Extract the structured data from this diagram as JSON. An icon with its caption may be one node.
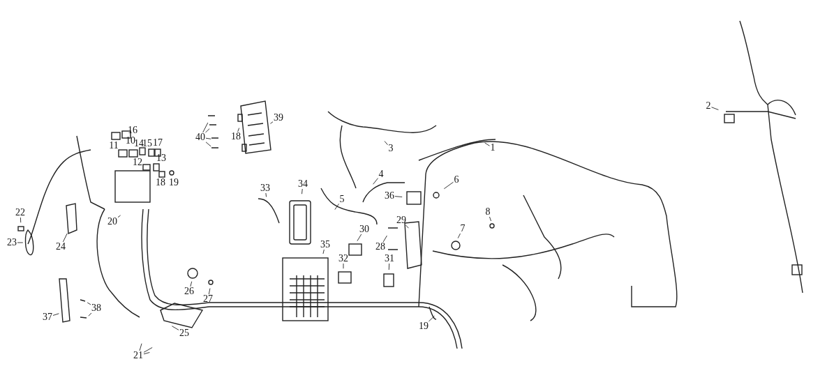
{
  "diagram": {
    "nodes": [
      {
        "text": [
          "1"
        ]
      },
      {
        "text": [
          "2"
        ]
      },
      {
        "text": [
          "3"
        ]
      },
      {
        "text": [
          "4"
        ]
      },
      {
        "text": [
          "5"
        ]
      },
      {
        "text": [
          "6"
        ]
      },
      {
        "text": [
          "7"
        ]
      },
      {
        "text": [
          "8"
        ]
      },
      {
        "text": [
          "18"
        ]
      },
      {
        "text": [
          "19"
        ]
      },
      {
        "text": [
          "20"
        ]
      },
      {
        "text": [
          "21"
        ]
      },
      {
        "text": [
          "22"
        ]
      },
      {
        "text": [
          "23"
        ]
      },
      {
        "text": [
          "24"
        ]
      },
      {
        "text": [
          "25"
        ]
      },
      {
        "text": [
          "26"
        ]
      },
      {
        "text": [
          "27"
        ]
      },
      {
        "text": [
          "28"
        ]
      },
      {
        "text": [
          "29"
        ]
      },
      {
        "text": [
          "30"
        ]
      },
      {
        "text": [
          "31"
        ]
      },
      {
        "text": [
          "32"
        ]
      },
      {
        "text": [
          "33"
        ]
      },
      {
        "text": [
          "34"
        ]
      },
      {
        "text": [
          "35"
        ]
      },
      {
        "text": [
          "36"
        ]
      },
      {
        "text": [
          "37"
        ]
      },
      {
        "text": [
          "38"
        ]
      },
      {
        "text": [
          "39"
        ]
      },
      {
        "text": [
          "40"
        ]
      }
    ],
    "edges": [
      {
        "from": 0,
        "to": null,
        "arrow": "none"
      },
      {
        "from": 1,
        "to": null,
        "arrow": "none"
      },
      {
        "from": 2,
        "to": null,
        "arrow": "none"
      },
      {
        "from": 3,
        "to": null,
        "arrow": "none"
      },
      {
        "from": 4,
        "to": null,
        "arrow": "none"
      },
      {
        "from": 5,
        "to": null,
        "arrow": "none"
      },
      {
        "from": 6,
        "to": null,
        "arrow": "none"
      },
      {
        "from": 7,
        "to": null,
        "arrow": "none"
      },
      {
        "from": 8,
        "to": null,
        "arrow": "none"
      },
      {
        "from": 9,
        "to": null,
        "arrow": "none"
      },
      {
        "from": 10,
        "to": null,
        "arrow": "none"
      },
      {
        "from": 11,
        "to": null,
        "arrow": "none"
      },
      {
        "from": 11,
        "to": null,
        "arrow": "none"
      },
      {
        "from": 11,
        "to": null,
        "arrow": "none"
      },
      {
        "from": 12,
        "to": null,
        "arrow": "none"
      },
      {
        "from": 13,
        "to": null,
        "arrow": "none"
      },
      {
        "from": 14,
        "to": null,
        "arrow": "none"
      },
      {
        "from": 15,
        "to": null,
        "arrow": "none"
      },
      {
        "from": 16,
        "to": null,
        "arrow": "none"
      },
      {
        "from": 17,
        "to": null,
        "arrow": "none"
      },
      {
        "from": 18,
        "to": null,
        "arrow": "none"
      },
      {
        "from": 19,
        "to": null,
        "arrow": "none"
      },
      {
        "from": 20,
        "to": null,
        "arrow": "none"
      },
      {
        "from": 21,
        "to": null,
        "arrow": "none"
      },
      {
        "from": 22,
        "to": null,
        "arrow": "none"
      },
      {
        "from": 23,
        "to": null,
        "arrow": "none"
      },
      {
        "from": 24,
        "to": null,
        "arrow": "none"
      },
      {
        "from": 25,
        "to": null,
        "arrow": "none"
      },
      {
        "from": 26,
        "to": null,
        "arrow": "none"
      },
      {
        "from": 27,
        "to": null,
        "arrow": "none"
      },
      {
        "from": 28,
        "to": null,
        "arrow": "none"
      },
      {
        "from": 28,
        "to": null,
        "arrow": "none"
      },
      {
        "from": 29,
        "to": null,
        "arrow": "none"
      },
      {
        "from": 30,
        "to": null,
        "arrow": "none"
      },
      {
        "from": 30,
        "to": null,
        "arrow": "none"
      },
      {
        "from": 30,
        "to": null,
        "arrow": "none"
      },
      {
        "from": 30,
        "to": null,
        "arrow": "none"
      }
    ],
    "labels": [
      "16",
      "11",
      "10",
      "14",
      "15",
      "17",
      "12",
      "13",
      "18",
      "19"
    ]
  }
}
